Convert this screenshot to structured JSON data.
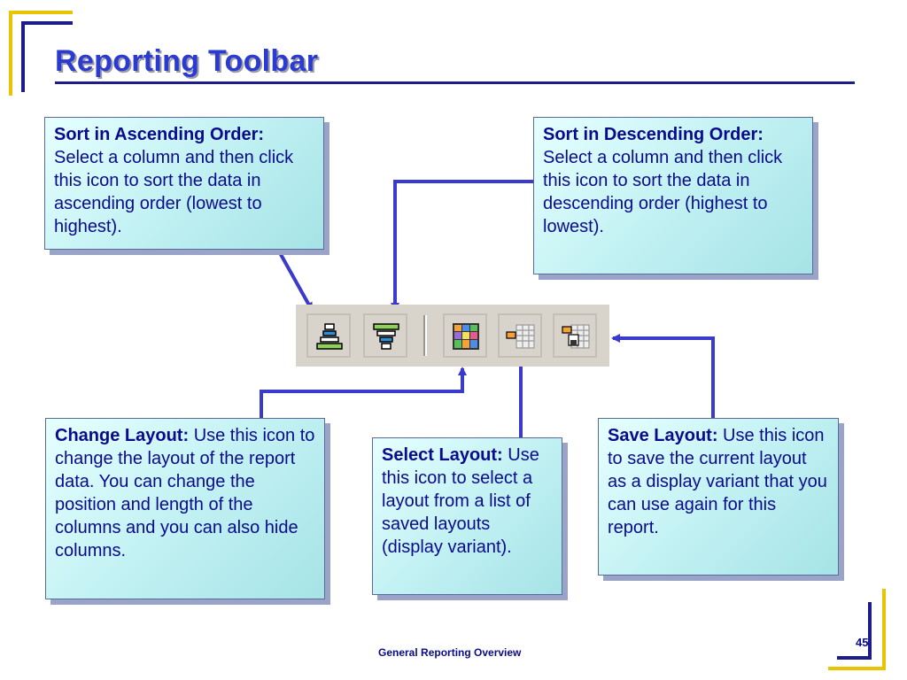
{
  "slide": {
    "title": "Reporting Toolbar",
    "footer": "General Reporting Overview",
    "page_number": "45"
  },
  "callouts": {
    "sort_ascending": {
      "heading": "Sort in Ascending Order:",
      "body": "Select a column and then click this icon to sort the data in ascending order (lowest to highest)."
    },
    "sort_descending": {
      "heading": "Sort in Descending Order:",
      "body": "Select a column and then click this icon to sort the data in descending order (highest to lowest)."
    },
    "change_layout": {
      "heading": "Change Layout:",
      "body": "Use this icon to change the layout of the report data. You can change the position and length of the columns and you can also hide columns."
    },
    "select_layout": {
      "heading": "Select Layout:",
      "body": "Use this icon to select a layout from a list of saved layouts (display variant)."
    },
    "save_layout": {
      "heading": "Save Layout:",
      "body": "Use this icon to save the current layout as a display variant that you can use again for this report."
    }
  },
  "toolbar": {
    "icons": [
      "sort-ascending-icon",
      "sort-descending-icon",
      "change-layout-icon",
      "select-layout-icon",
      "save-layout-icon"
    ]
  },
  "colors": {
    "title": "#2b3bd1",
    "connector": "#3a3acc",
    "callout_text": "#0a0a8c",
    "accent_yellow": "#e8c500",
    "accent_navy": "#1c1c8c"
  }
}
